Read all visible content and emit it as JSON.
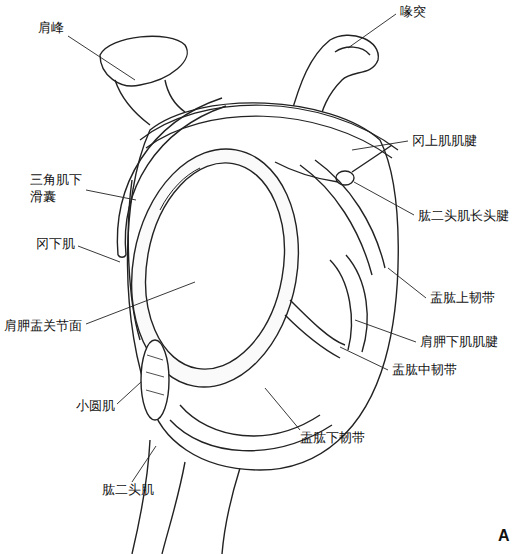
{
  "diagram": {
    "labels": [
      "肩峰",
      "喙突",
      "冈上肌肌腱",
      "三角肌下 滑囊",
      "肱二头肌长头腱",
      "冈下肌",
      "盂肱上韧带",
      "肩胛盂关节面",
      "肩胛下肌肌腱",
      "盂肱中韧带",
      "小圆肌",
      "盂肱下韧带",
      "肱二头肌",
      "A"
    ]
  }
}
